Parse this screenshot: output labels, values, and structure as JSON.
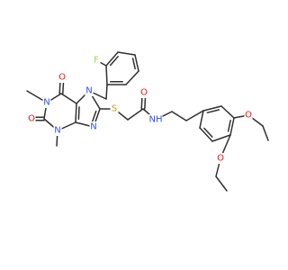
{
  "colors": {
    "bond": "#303030",
    "N": "#3050F8",
    "O": "#FF0D0D",
    "S": "#C8A000",
    "F": "#90E050"
  },
  "atoms": [
    {
      "id": "F",
      "label": "F",
      "element": "F"
    },
    {
      "id": "N7",
      "label": "N",
      "element": "N"
    },
    {
      "id": "O6",
      "label": "O",
      "element": "O"
    },
    {
      "id": "N1",
      "label": "N",
      "element": "N"
    },
    {
      "id": "O2",
      "label": "O",
      "element": "O"
    },
    {
      "id": "N3",
      "label": "N",
      "element": "N"
    },
    {
      "id": "N9",
      "label": "N",
      "element": "N"
    },
    {
      "id": "S",
      "label": "S",
      "element": "S"
    },
    {
      "id": "Oam",
      "label": "O",
      "element": "O"
    },
    {
      "id": "NH",
      "label": "NH",
      "element": "N"
    },
    {
      "id": "Oa",
      "label": "O",
      "element": "O"
    },
    {
      "id": "Ob",
      "label": "O",
      "element": "O"
    }
  ]
}
